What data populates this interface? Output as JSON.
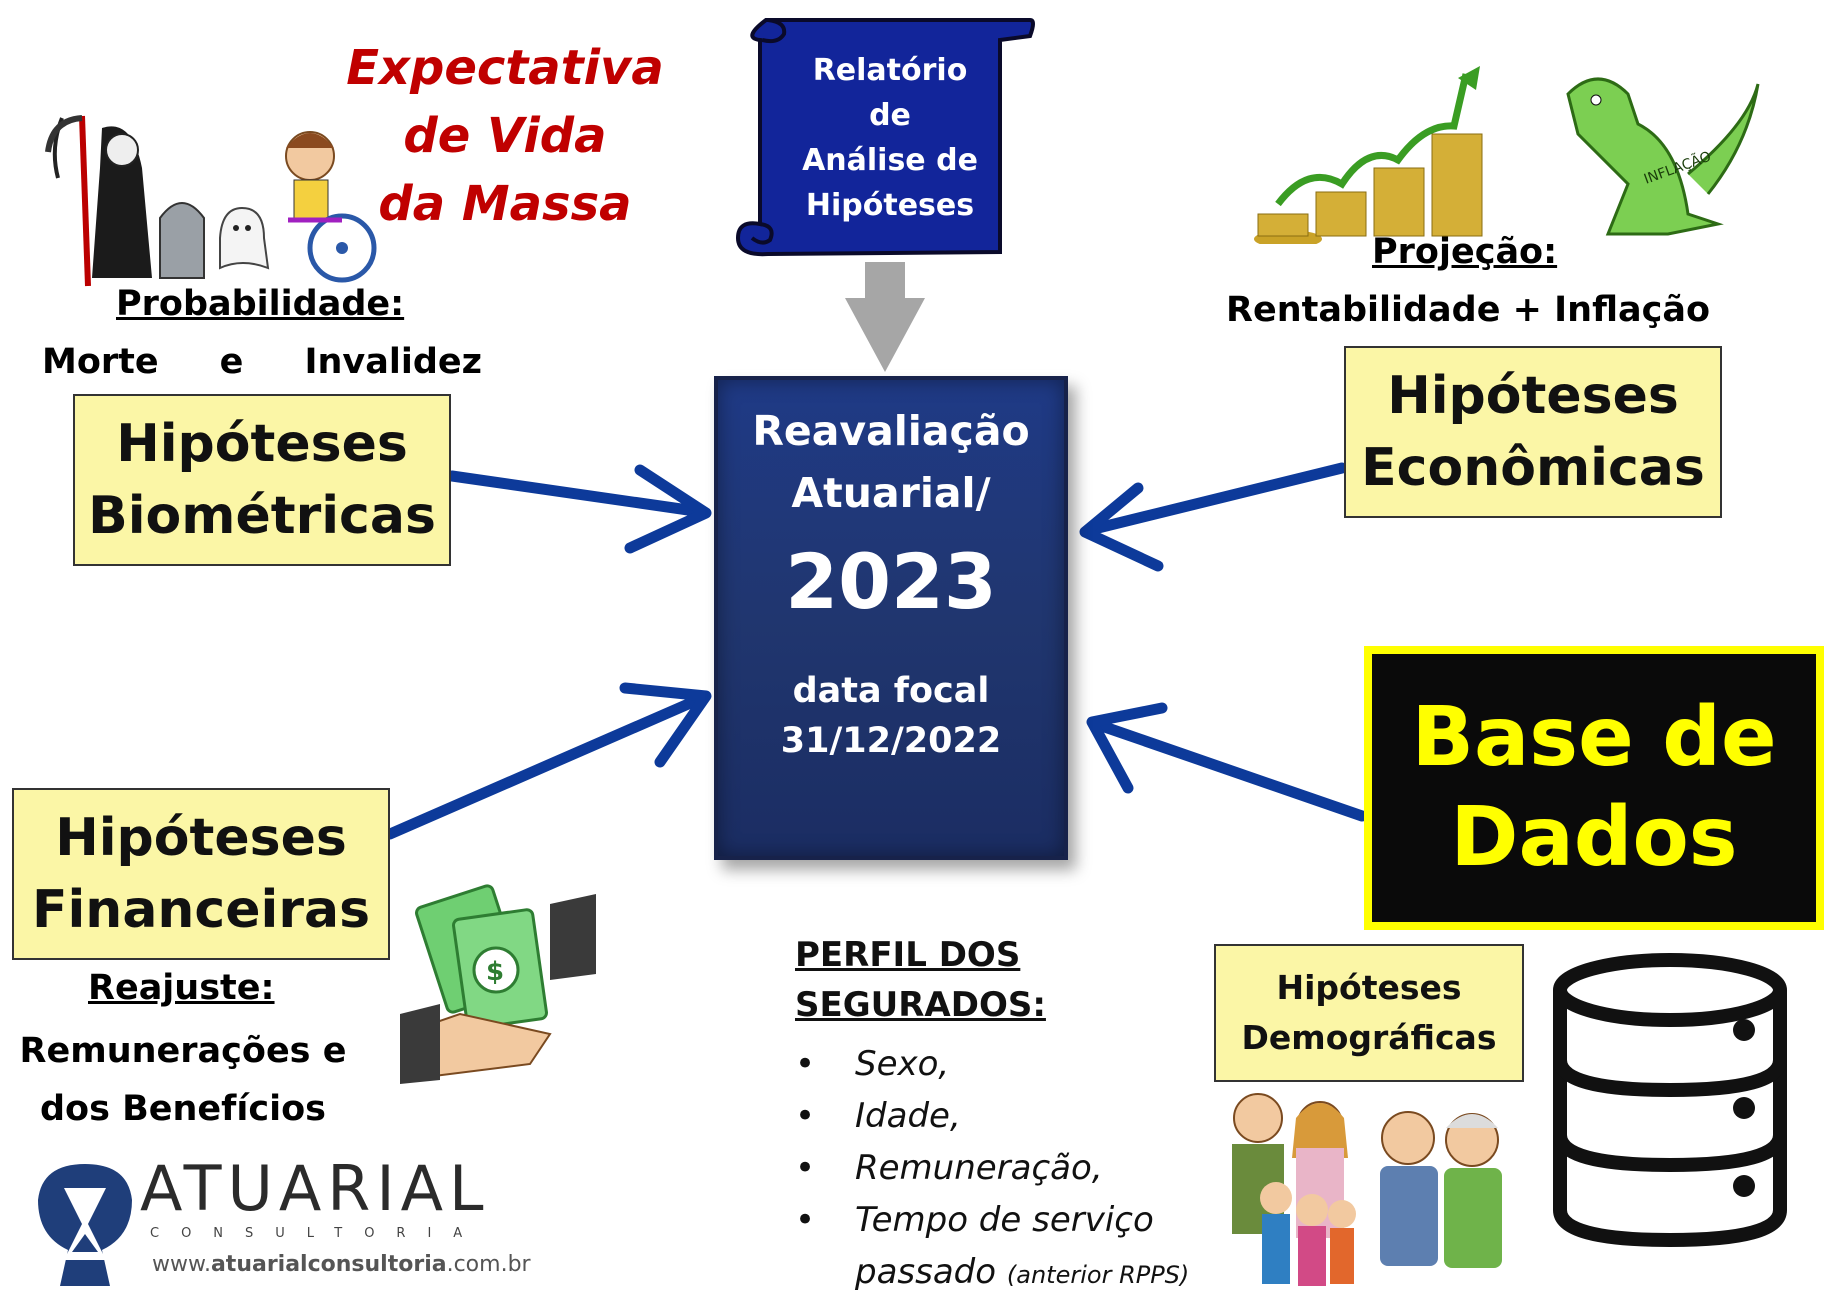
{
  "expectativa": {
    "l1": "Expectativa",
    "l2": "de Vida",
    "l3": "da Massa"
  },
  "probabilidade": {
    "title": "Probabilidade:",
    "words": [
      "Morte",
      "e",
      "Invalidez"
    ]
  },
  "biometricas": {
    "l1": "Hipóteses",
    "l2": "Biométricas"
  },
  "scroll": {
    "l1": "Relatório",
    "l2": "de",
    "l3": "Análise de",
    "l4": "Hipóteses"
  },
  "book": {
    "l1": "Reavaliação",
    "l2": "Atuarial/",
    "year": "2023",
    "focal1": "data focal",
    "focal2": "31/12/2022"
  },
  "projecao": {
    "title": "Projeção:",
    "sub": "Rentabilidade + Inflação"
  },
  "economicas": {
    "l1": "Hipóteses",
    "l2": "Econômicas"
  },
  "base_dados": {
    "l1": "Base de",
    "l2": "Dados"
  },
  "financeiras": {
    "l1": "Hipóteses",
    "l2": "Financeiras"
  },
  "reajuste": {
    "title": "Reajuste:",
    "l1": "Remunerações e",
    "l2": "dos Benefícios"
  },
  "perfil": {
    "h1": "PERFIL DOS",
    "h2": "SEGURADOS:",
    "items": [
      "Sexo,",
      "Idade,",
      "Remuneração,",
      "Tempo de serviço"
    ],
    "last": "passado",
    "note": "(anterior RPPS)"
  },
  "demograficas": {
    "l1": "Hipóteses",
    "l2": "Demográficas"
  },
  "dragon_label": "INFLAÇÃO",
  "logo": {
    "name": "ATUARIAL",
    "sub": "CONSULTORIA",
    "url_pre": "www.",
    "url_bold": "atuarialconsultoria",
    "url_post": ".com.br"
  },
  "colors": {
    "arrow": "#0d3a9a",
    "book": "#20366f",
    "yellow_box": "#fbf6a6",
    "red_text": "#c00000",
    "base_bg": "#0a0a0a",
    "base_text": "#ffff00"
  }
}
